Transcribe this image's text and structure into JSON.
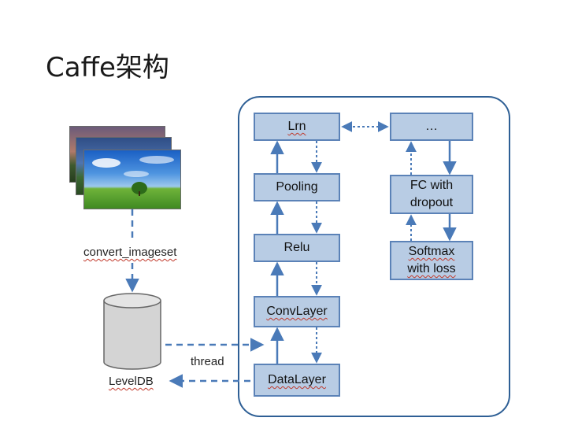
{
  "title": "Caffe架构",
  "boxes": {
    "lrn": "Lrn",
    "ellipsis": "…",
    "pooling": "Pooling",
    "fc": "FC with dropout",
    "relu": "Relu",
    "softmax": "Softmax with loss",
    "conv": "ConvLayer",
    "data": "DataLayer"
  },
  "labels": {
    "convert": "convert_imageset",
    "leveldb": "LevelDB",
    "thread": "thread"
  },
  "colors": {
    "box_fill": "#b8cce4",
    "box_border": "#5b82b7",
    "arrow": "#4a7ab8",
    "frame": "#2e5f95"
  }
}
